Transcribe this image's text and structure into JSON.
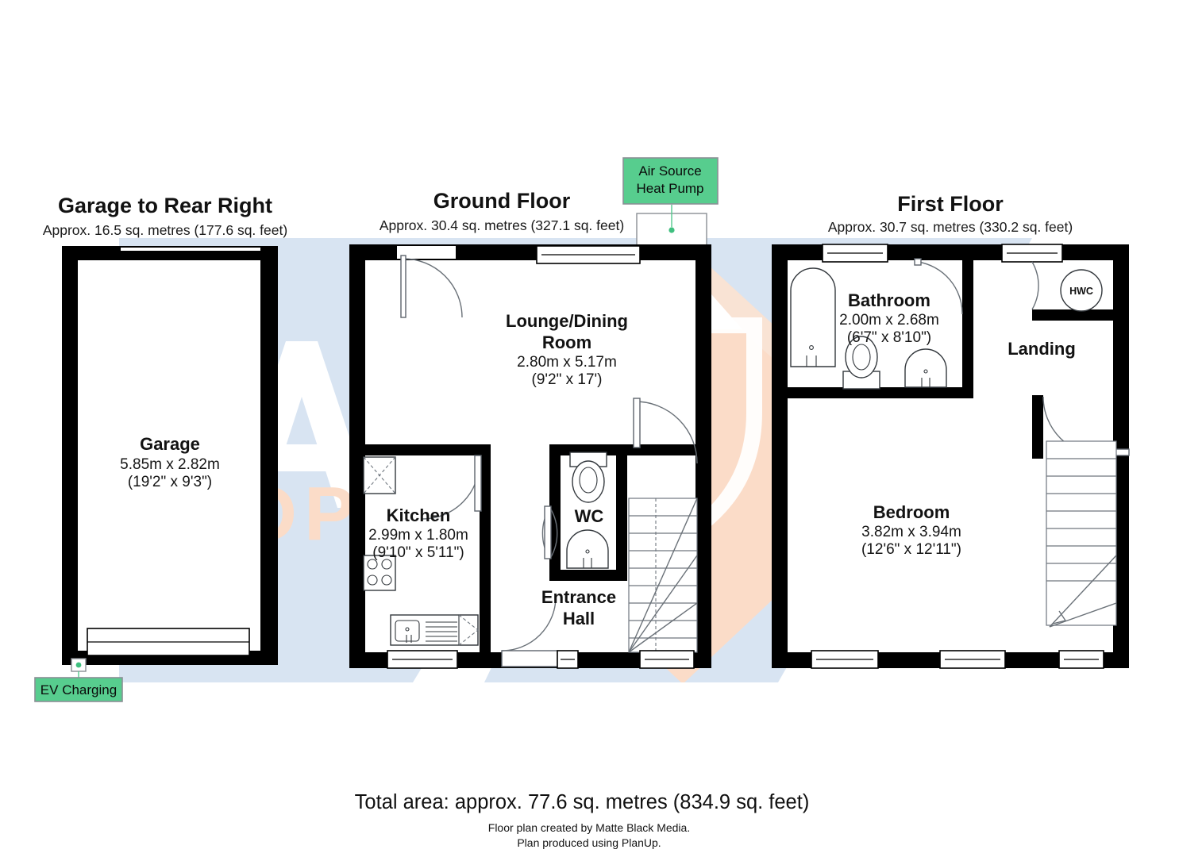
{
  "document": {
    "kind": "floor-plan",
    "watermark": {
      "line1": "ARK",
      "line2": "PROPERTY"
    }
  },
  "blocks": [
    {
      "id": "garage",
      "title": "Garage to Rear Right",
      "subtitle": "Approx. 16.5 sq. metres (177.6 sq. feet)",
      "rooms": [
        {
          "name": "Garage",
          "metric": "5.85m x 2.82m",
          "imperial": "(19'2\" x 9'3\")"
        }
      ]
    },
    {
      "id": "ground",
      "title": "Ground Floor",
      "subtitle": "Approx. 30.4 sq. metres (327.1 sq. feet)",
      "rooms": [
        {
          "name": "Lounge/Dining",
          "name2": "Room",
          "metric": "2.80m x 5.17m",
          "imperial": "(9'2\" x 17')"
        },
        {
          "name": "Kitchen",
          "metric": "2.99m x 1.80m",
          "imperial": "(9'10\" x 5'11\")"
        },
        {
          "name": "WC",
          "metric": "",
          "imperial": ""
        },
        {
          "name": "Entrance",
          "name2": "Hall",
          "metric": "",
          "imperial": ""
        }
      ]
    },
    {
      "id": "first",
      "title": "First Floor",
      "subtitle": "Approx. 30.7 sq. metres (330.2 sq. feet)",
      "rooms": [
        {
          "name": "Bathroom",
          "metric": "2.00m x 2.68m",
          "imperial": "(6'7\" x 8'10\")"
        },
        {
          "name": "Landing",
          "metric": "",
          "imperial": ""
        },
        {
          "name": "Bedroom",
          "metric": "3.82m x 3.94m",
          "imperial": "(12'6\" x 12'11\")"
        }
      ],
      "cupboard_label": "HWC"
    }
  ],
  "badges": [
    {
      "id": "heat-pump",
      "line1": "Air Source",
      "line2": "Heat Pump",
      "color": "#57cd8e"
    },
    {
      "id": "ev-charging",
      "line1": "EV Charging",
      "line2": "",
      "color": "#57cd8e"
    }
  ],
  "footer": {
    "total_area": "Total area: approx. 77.6 sq. metres (834.9 sq. feet)",
    "credit_line1": "Floor plan created by Matte Black Media.",
    "credit_line2": "Plan produced using PlanUp."
  }
}
